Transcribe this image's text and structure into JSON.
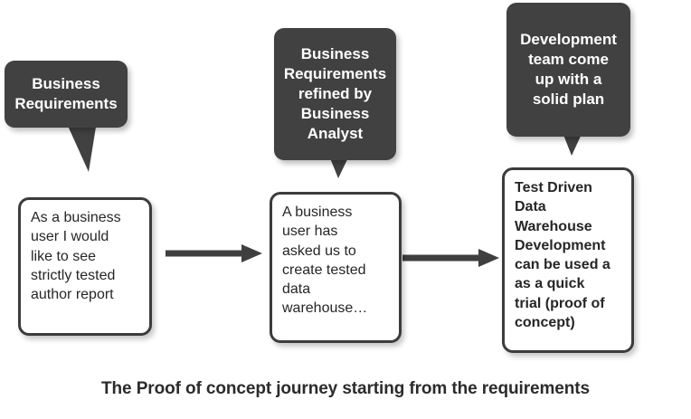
{
  "diagram": {
    "title": "The Proof of concept journey starting from the requirements",
    "background_color": "#ffffff",
    "callout_fill": "#414141",
    "callout_text_color": "#ffffff",
    "box_fill": "#ffffff",
    "box_border_color": "#3c3c3c",
    "box_text_color": "#262626",
    "arrow_color": "#3f3f3f",
    "caption_color": "#2b2b2b"
  },
  "callouts": [
    {
      "id": "callout-business-requirements",
      "text": "Business\nRequirements",
      "points_to": "stage-1"
    },
    {
      "id": "callout-refined-by-analyst",
      "text": "Business\nRequirements\nrefined by\nBusiness\nAnalyst",
      "points_to": "stage-2"
    },
    {
      "id": "callout-solid-plan",
      "text": "Development\nteam come\nup with a\nsolid plan",
      "points_to": "stage-3"
    }
  ],
  "stages": [
    {
      "id": "stage-1",
      "text": "As a business\nuser I would\nlike to see\nstrictly tested\nauthor report",
      "emphasis": false
    },
    {
      "id": "stage-2",
      "text": "A business\nuser has\nasked us to\ncreate tested\ndata\nwarehouse…",
      "emphasis": false
    },
    {
      "id": "stage-3",
      "text": "Test Driven\nData\nWarehouse\nDevelopment\ncan be used a\nas a quick\ntrial (proof of\nconcept)",
      "emphasis": true
    }
  ],
  "connectors": [
    {
      "id": "arrow-stage1-to-stage2",
      "from": "stage-1",
      "to": "stage-2"
    },
    {
      "id": "arrow-stage2-to-stage3",
      "from": "stage-2",
      "to": "stage-3"
    }
  ]
}
